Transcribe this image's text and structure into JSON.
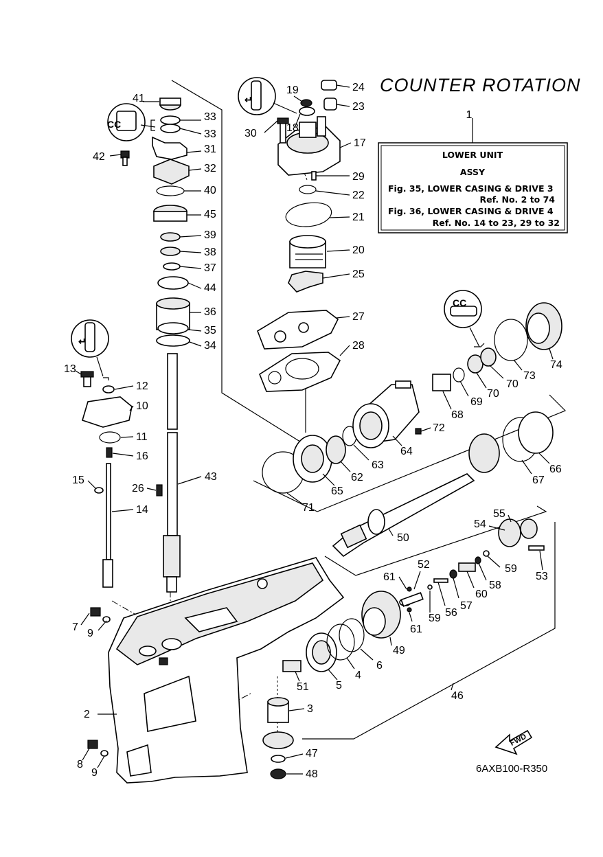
{
  "diagram": {
    "title": "COUNTER ROTATION",
    "drawing_code": "6AXB100-R350",
    "fwd_label": "FWD"
  },
  "info_box": {
    "callout": "1",
    "line1": "LOWER UNIT",
    "line2": "ASSY",
    "line3": "Fig. 35, LOWER CASING & DRIVE 3",
    "line4": "Ref. No. 2 to 74",
    "line5": "Fig. 36, LOWER CASING & DRIVE 4",
    "line6": "Ref. No. 14 to 23, 29 to 32"
  },
  "part_labels": [
    "41",
    "33",
    "33",
    "31",
    "32",
    "42",
    "40",
    "45",
    "39",
    "38",
    "37",
    "44",
    "36",
    "35",
    "34",
    "19",
    "24",
    "23",
    "18",
    "30",
    "17",
    "29",
    "22",
    "21",
    "20",
    "25",
    "27",
    "28",
    "13",
    "12",
    "10",
    "11",
    "16",
    "15",
    "14",
    "26",
    "43",
    "7",
    "9",
    "2",
    "8",
    "9",
    "3",
    "47",
    "48",
    "51",
    "5",
    "4",
    "6",
    "49",
    "46",
    "50",
    "52",
    "61",
    "61",
    "59",
    "56",
    "57",
    "60",
    "58",
    "59",
    "53",
    "55",
    "54",
    "71",
    "65",
    "62",
    "63",
    "64",
    "72",
    "68",
    "69",
    "70",
    "70",
    "73",
    "74",
    "67",
    "66"
  ],
  "icons": [
    "grease-icon",
    "grease-icon",
    "grease-icon",
    "grease-icon",
    "fwd-arrow-icon"
  ]
}
